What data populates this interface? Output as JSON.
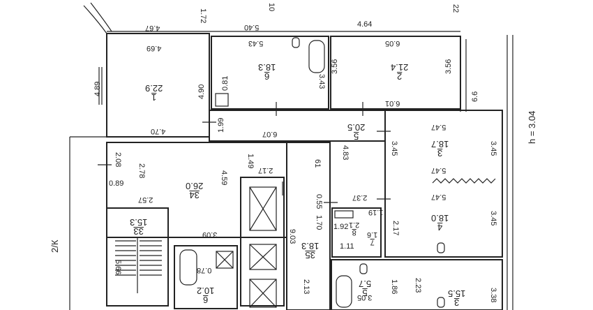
{
  "dimensions": {
    "top_a": "4.67",
    "top_b": "5.40",
    "top_c": "4.64",
    "r1_top": "4.69",
    "r1_left": "4.89",
    "r1_right": "4.90",
    "r1_bottom": "4.70",
    "r6_top": "5.43",
    "r6_right": "3.43",
    "r6_small": "0.81",
    "r2_top": "6.05",
    "r2_left": "3.56",
    "r2_right": "3.56",
    "r2_bottom": "6.01",
    "corr_left": "1.99",
    "corr_top": "6.07",
    "corr_right": "4.83",
    "r3_top": "5.47",
    "r3_mid": "5.47",
    "r3_bot": "5.47",
    "r3_left": "3.45",
    "r3_right": "3.45",
    "r4_right": "3.45",
    "r4_left": "2.17",
    "kit_a": "2.08",
    "kit_b": "2.78",
    "kit_c": "2.57",
    "kit_d": "4.59",
    "kit_e": "1.49",
    "kit_f": "2.17",
    "kit_g": "3.09",
    "d_089": "0.89",
    "d_237": "2.37",
    "d_055": "0.55",
    "d_170": "1.70",
    "d_903": "9.03",
    "d_61": "61",
    "d_119": "1.19",
    "d_192": "1.92",
    "d_111": "1.11",
    "d_078": "0.78",
    "d_213": "2.13",
    "d_186": "1.86",
    "d_223": "2.23",
    "d_338": "3.38",
    "d_305": "3.05",
    "d_566": "5.66",
    "d_66": "6.6",
    "d_172": "1.72",
    "d_10": "10",
    "d_22": "22"
  },
  "rooms": [
    {
      "num": "1",
      "area": "22.9"
    },
    {
      "num": "6",
      "area": "18.3"
    },
    {
      "num": "2",
      "area": "21.4"
    },
    {
      "num": "5",
      "area": "20.5"
    },
    {
      "num": "3",
      "area": "18.7"
    },
    {
      "num": "4",
      "area": "18.0"
    },
    {
      "num": "34",
      "area": "26.0"
    },
    {
      "num": "33",
      "area": "15.3"
    },
    {
      "num": "35",
      "area": "18.3"
    },
    {
      "num": "6",
      "area": "10.2"
    },
    {
      "num": "5",
      "area": "5.7"
    },
    {
      "num": "8",
      "area": "2.1"
    },
    {
      "num": "7",
      "area": "1.6"
    },
    {
      "num": "3",
      "area": "15.5"
    }
  ],
  "height_note": "h = 3.04",
  "side_note": "2/К"
}
